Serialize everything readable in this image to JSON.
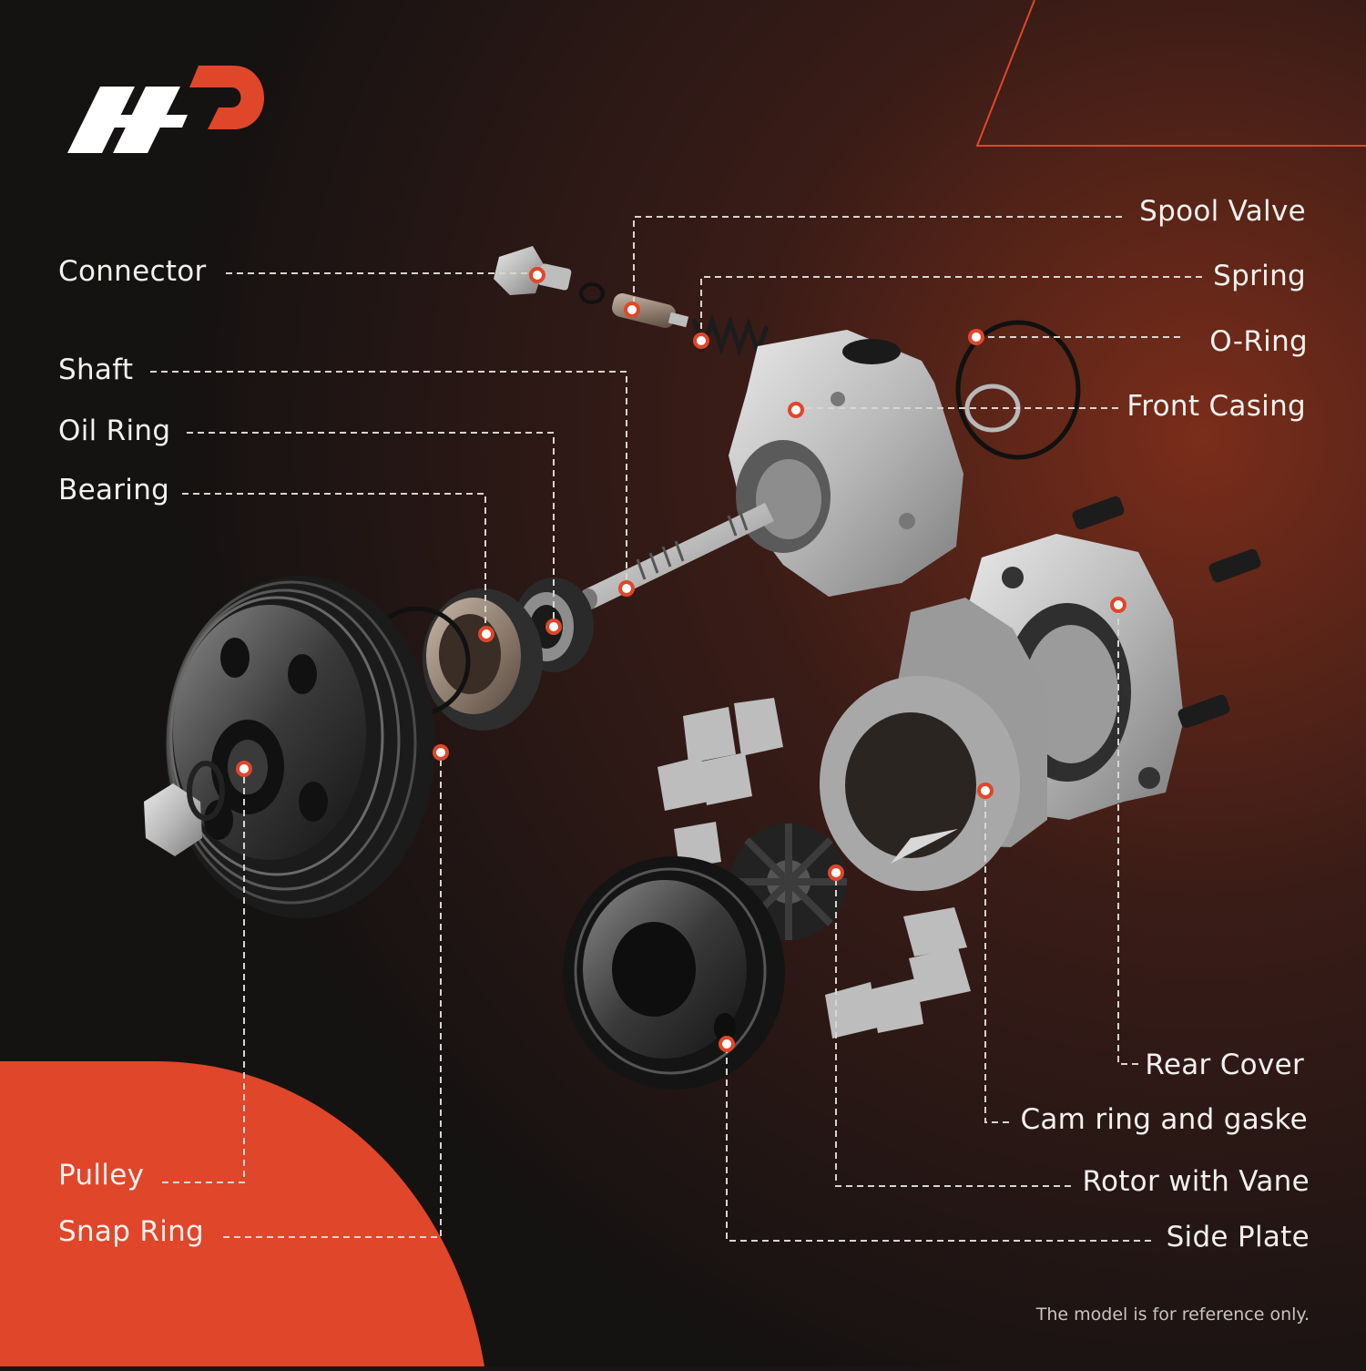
{
  "brand": {
    "logo_name": "A-Premium",
    "accent_color": "#e0462a"
  },
  "labels_left": [
    {
      "id": "connector",
      "text": "Connector"
    },
    {
      "id": "shaft",
      "text": "Shaft"
    },
    {
      "id": "oil-ring",
      "text": "Oil Ring"
    },
    {
      "id": "bearing",
      "text": "Bearing"
    },
    {
      "id": "pulley",
      "text": "Pulley"
    },
    {
      "id": "snap-ring",
      "text": "Snap Ring"
    }
  ],
  "labels_right": [
    {
      "id": "spool-valve",
      "text": "Spool Valve"
    },
    {
      "id": "spring",
      "text": "Spring"
    },
    {
      "id": "o-ring",
      "text": "O-Ring"
    },
    {
      "id": "front-casing",
      "text": "Front Casing"
    },
    {
      "id": "rear-cover",
      "text": "Rear Cover"
    },
    {
      "id": "cam-ring",
      "text": "Cam ring and gaske"
    },
    {
      "id": "rotor",
      "text": "Rotor with Vane"
    },
    {
      "id": "side-plate",
      "text": "Side Plate"
    }
  ],
  "footnote": "The model is for reference only.",
  "colors": {
    "background": "#1a1514",
    "accent": "#e0462a",
    "label": "#f3f1ee",
    "leader": "#d9d4cf",
    "dot": "#e0462a"
  }
}
